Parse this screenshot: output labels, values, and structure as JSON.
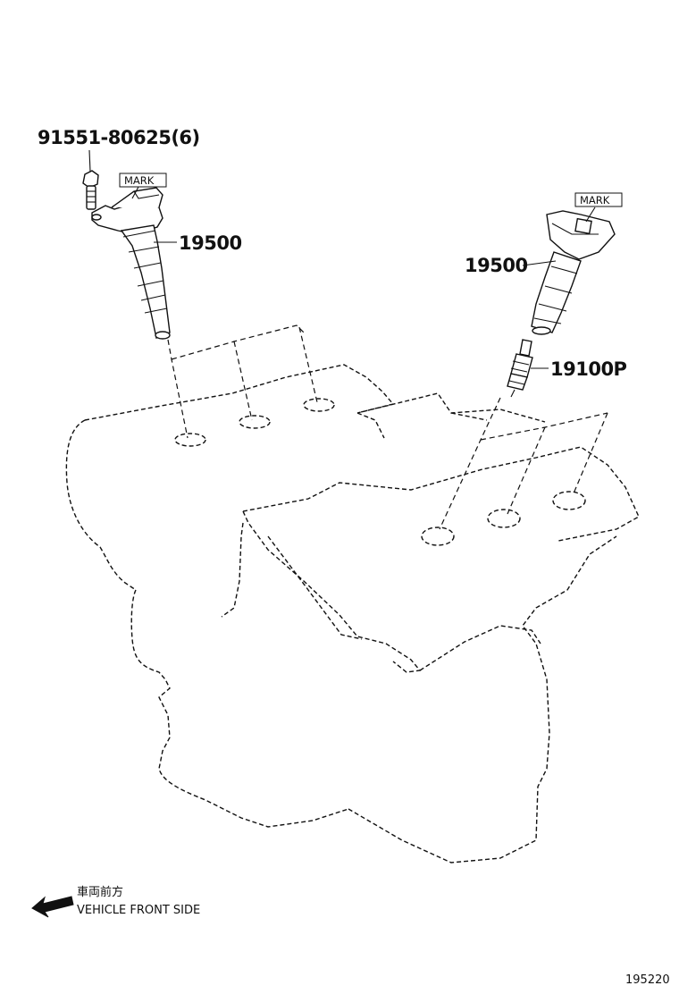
{
  "labels": {
    "bolt_part": "91551-80625(6)",
    "coil_part_left": "19500",
    "coil_part_right": "19500",
    "plug_part": "19100P",
    "mark_left": "MARK",
    "mark_right": "MARK"
  },
  "direction": {
    "label_jp": "車両前方",
    "label_en": "VEHICLE FRONT SIDE",
    "icon": "arrow-left-icon"
  },
  "illustration_number": "195220"
}
